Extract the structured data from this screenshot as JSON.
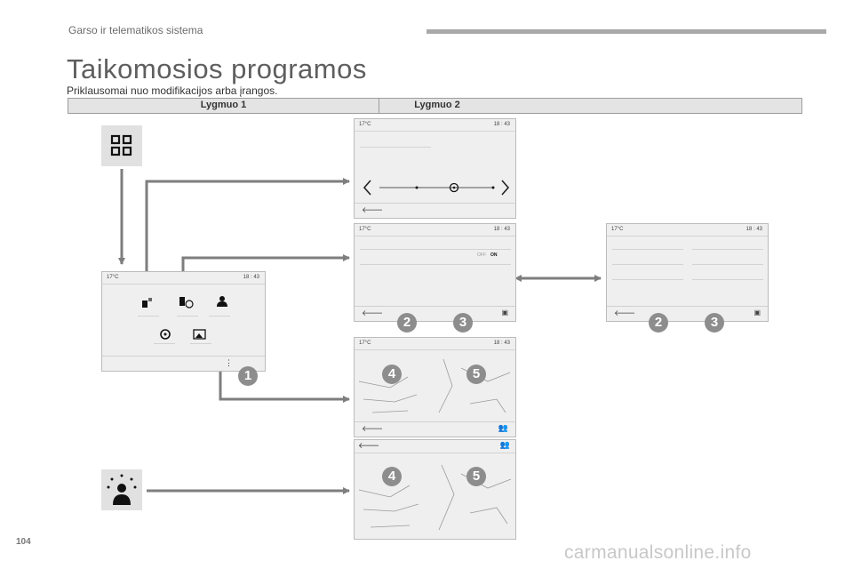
{
  "header": {
    "section": "Garso ir telematikos sistema"
  },
  "page": {
    "title": "Taikomosios programos",
    "subtitle": "Priklausomai nuo modifikacijos arba įrangos.",
    "number": "104"
  },
  "levels": {
    "level1": "Lygmuo 1",
    "level2": "Lygmuo 2"
  },
  "screen_status": {
    "temp": "17°C",
    "clock": "18 : 43"
  },
  "toggle": {
    "off": "OFF",
    "on": "ON"
  },
  "callouts": {
    "n1": "1",
    "n2": "2",
    "n3": "3",
    "n4": "4",
    "n5": "5"
  },
  "watermark": "carmanualsonline.info",
  "colors": {
    "arrow": "#7e7e7e",
    "callout": "#8d8d8d",
    "tile": "#e1e1e1",
    "screen": "#efefef"
  }
}
